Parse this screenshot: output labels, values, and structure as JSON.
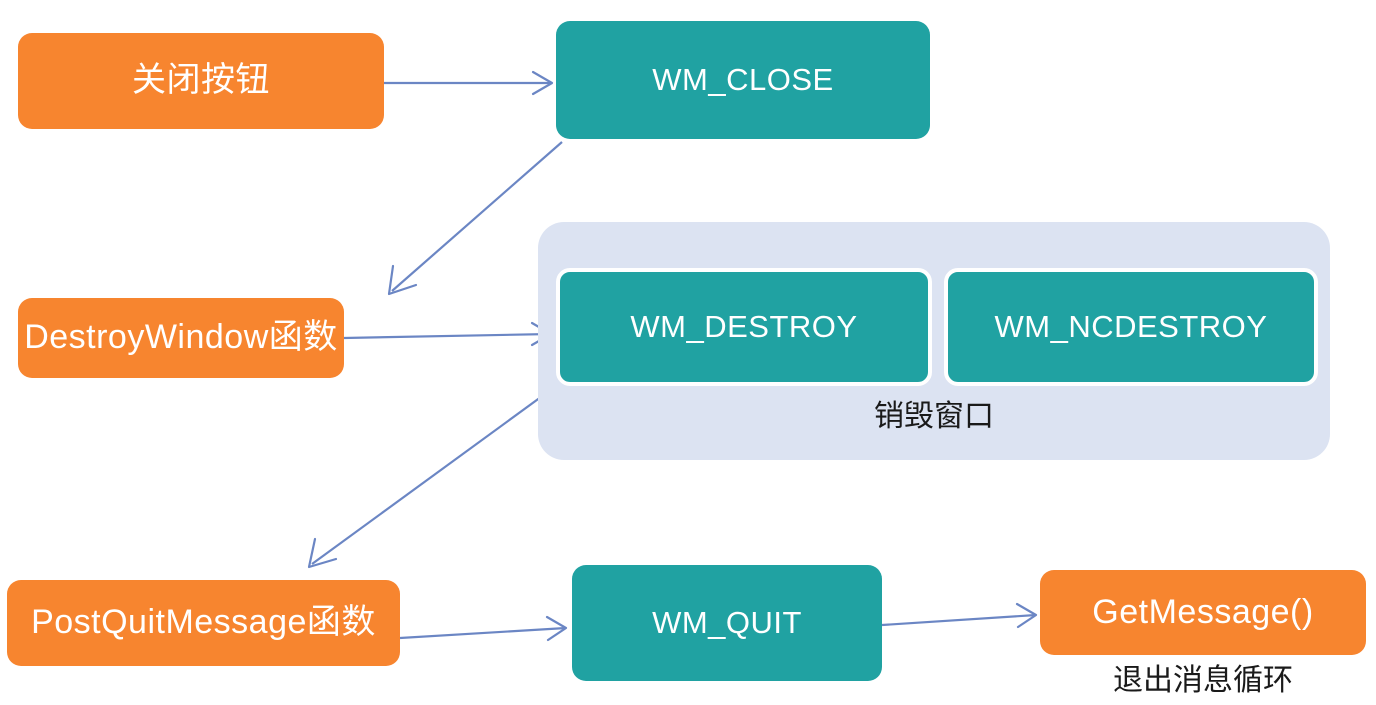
{
  "diagram": {
    "title_text_present": false,
    "background_color": "#FFFFFF",
    "palette": {
      "orange": "#F7852F",
      "teal": "#20A2A2",
      "panel_lavender": "#DCE3F2",
      "arrow_blue": "#6B86C4",
      "node_text": "#FFFFFF",
      "caption_text": "#1A1A1A"
    },
    "nodes": {
      "close_button": {
        "label": "关闭按钮",
        "shape": "rounded-rect",
        "color": "orange"
      },
      "wm_close": {
        "label": "WM_CLOSE",
        "shape": "rounded-rect",
        "color": "teal"
      },
      "destroy_window_fn": {
        "label": "DestroyWindow函数",
        "shape": "rounded-rect",
        "color": "orange"
      },
      "wm_destroy": {
        "label": "WM_DESTROY",
        "shape": "rounded-rect",
        "color": "teal"
      },
      "wm_ncdestroy": {
        "label": "WM_NCDESTROY",
        "shape": "rounded-rect",
        "color": "teal"
      },
      "post_quit_message_fn": {
        "label": "PostQuitMessage函数",
        "shape": "rounded-rect",
        "color": "orange"
      },
      "wm_quit": {
        "label": "WM_QUIT",
        "shape": "rounded-rect",
        "color": "teal"
      },
      "get_message": {
        "label": "GetMessage()",
        "shape": "rounded-rect",
        "color": "orange"
      }
    },
    "groups": {
      "destroy_group": {
        "caption": "销毁窗口",
        "contains": [
          "WM_DESTROY",
          "WM_NCDESTROY"
        ]
      }
    },
    "captions": {
      "exit_message_loop": "退出消息循环"
    },
    "edges": [
      {
        "from": "关闭按钮",
        "to": "WM_CLOSE",
        "style": "straight-arrow"
      },
      {
        "from": "WM_CLOSE",
        "to": "DestroyWindow函数",
        "style": "diagonal-arrow"
      },
      {
        "from": "DestroyWindow函数",
        "to": "WM_DESTROY",
        "style": "straight-arrow"
      },
      {
        "from": "WM_DESTROY",
        "to": "PostQuitMessage函数",
        "style": "diagonal-arrow"
      },
      {
        "from": "PostQuitMessage函数",
        "to": "WM_QUIT",
        "style": "straight-arrow"
      },
      {
        "from": "WM_QUIT",
        "to": "GetMessage()",
        "style": "straight-arrow"
      }
    ]
  }
}
